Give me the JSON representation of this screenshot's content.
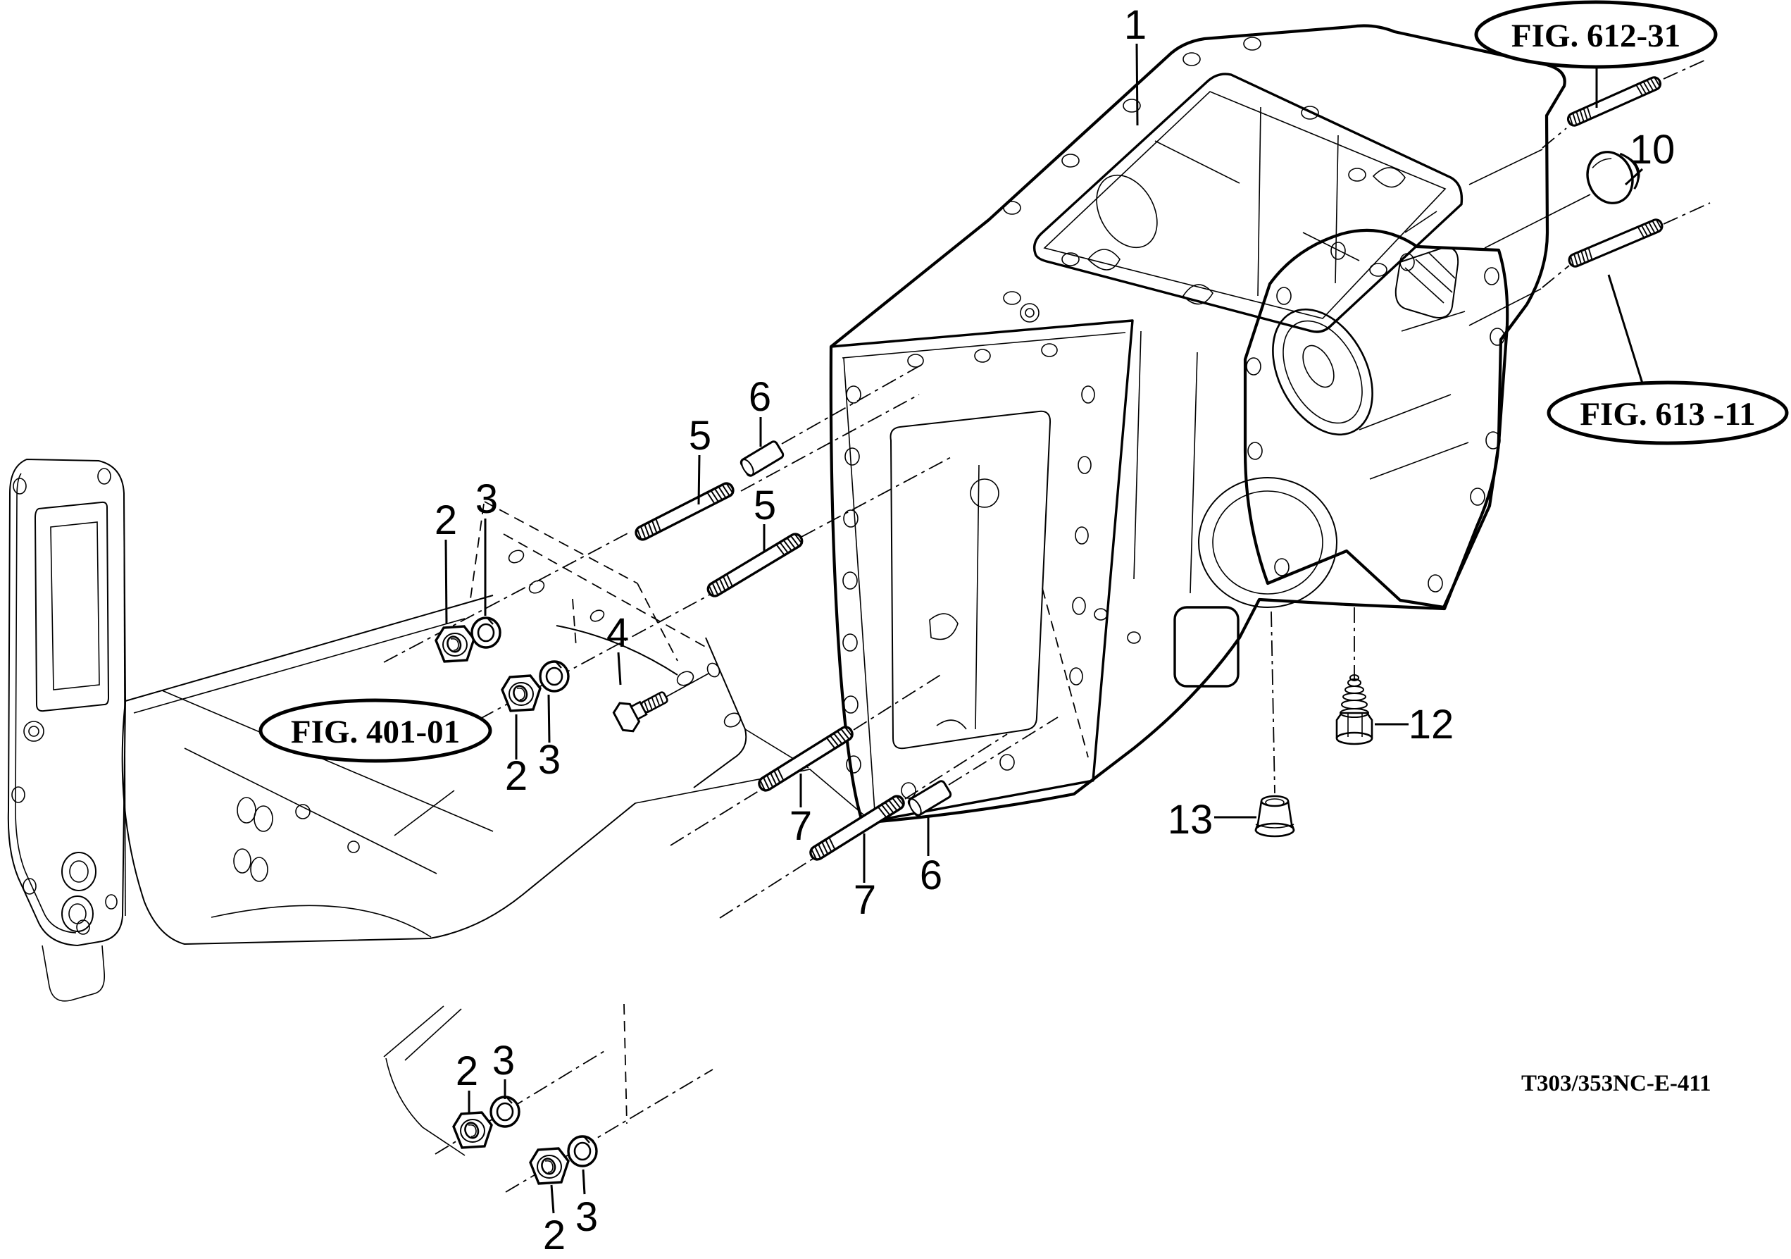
{
  "page": {
    "background": "#ffffff",
    "ink": "#000000"
  },
  "diagram": {
    "type": "exploded-parts-diagram",
    "drawing_code": "T303/353NC-E-411",
    "figure_refs": [
      {
        "label": "FIG. 612-31"
      },
      {
        "label": "FIG. 613 -11"
      },
      {
        "label": "FIG. 401-01"
      }
    ],
    "callouts": [
      {
        "number": "1"
      },
      {
        "number": "2"
      },
      {
        "number": "3"
      },
      {
        "number": "2"
      },
      {
        "number": "3"
      },
      {
        "number": "4"
      },
      {
        "number": "5"
      },
      {
        "number": "5"
      },
      {
        "number": "6"
      },
      {
        "number": "7"
      },
      {
        "number": "7"
      },
      {
        "number": "6"
      },
      {
        "number": "2"
      },
      {
        "number": "3"
      },
      {
        "number": "2"
      },
      {
        "number": "3"
      },
      {
        "number": "10"
      },
      {
        "number": "12"
      },
      {
        "number": "13"
      }
    ]
  }
}
